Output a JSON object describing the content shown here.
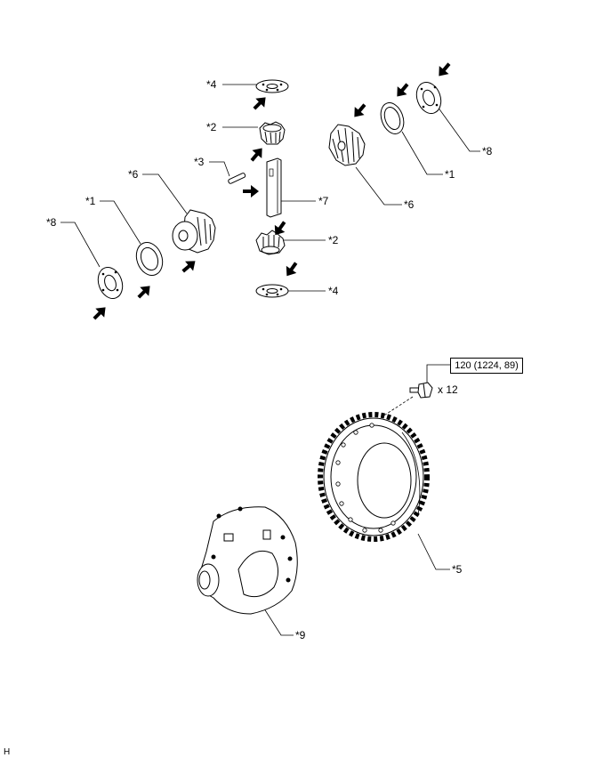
{
  "callouts": {
    "c4_top": "*4",
    "c2_top": "*2",
    "c3": "*3",
    "c6_left": "*6",
    "c1_left": "*1",
    "c8_left": "*8",
    "c7": "*7",
    "c2_bottom": "*2",
    "c4_bottom": "*4",
    "c8_right": "*8",
    "c1_right": "*1",
    "c6_right": "*6",
    "c5": "*5",
    "c9": "*9"
  },
  "torque": {
    "spec": "120 (1224, 89)",
    "quantity": "x 12"
  },
  "figure_id": "H",
  "colors": {
    "line": "#000000",
    "arrow": "#000000",
    "background": "#ffffff"
  }
}
